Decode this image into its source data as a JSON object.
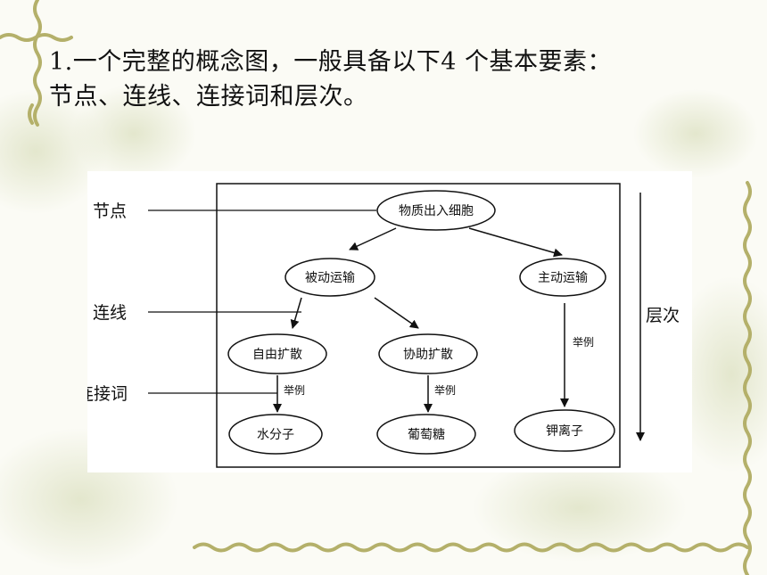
{
  "title": {
    "line1": "1.一个完整的概念图，一般具备以下4 个基本要素：",
    "line2": "节点、连线、连接词和层次。"
  },
  "diagram": {
    "nodes": {
      "root": "物质出入细胞",
      "passive": "被动运输",
      "active": "主动运输",
      "free_diffusion": "自由扩散",
      "facilitated_diffusion": "协助扩散",
      "water": "水分子",
      "glucose": "葡萄糖",
      "potassium": "钾离子"
    },
    "link_words": {
      "example_1": "举例",
      "example_2": "举例",
      "example_3": "举例"
    },
    "callouts": {
      "node": "节点",
      "line": "连线",
      "link_word": "连接词",
      "level": "层次"
    }
  }
}
